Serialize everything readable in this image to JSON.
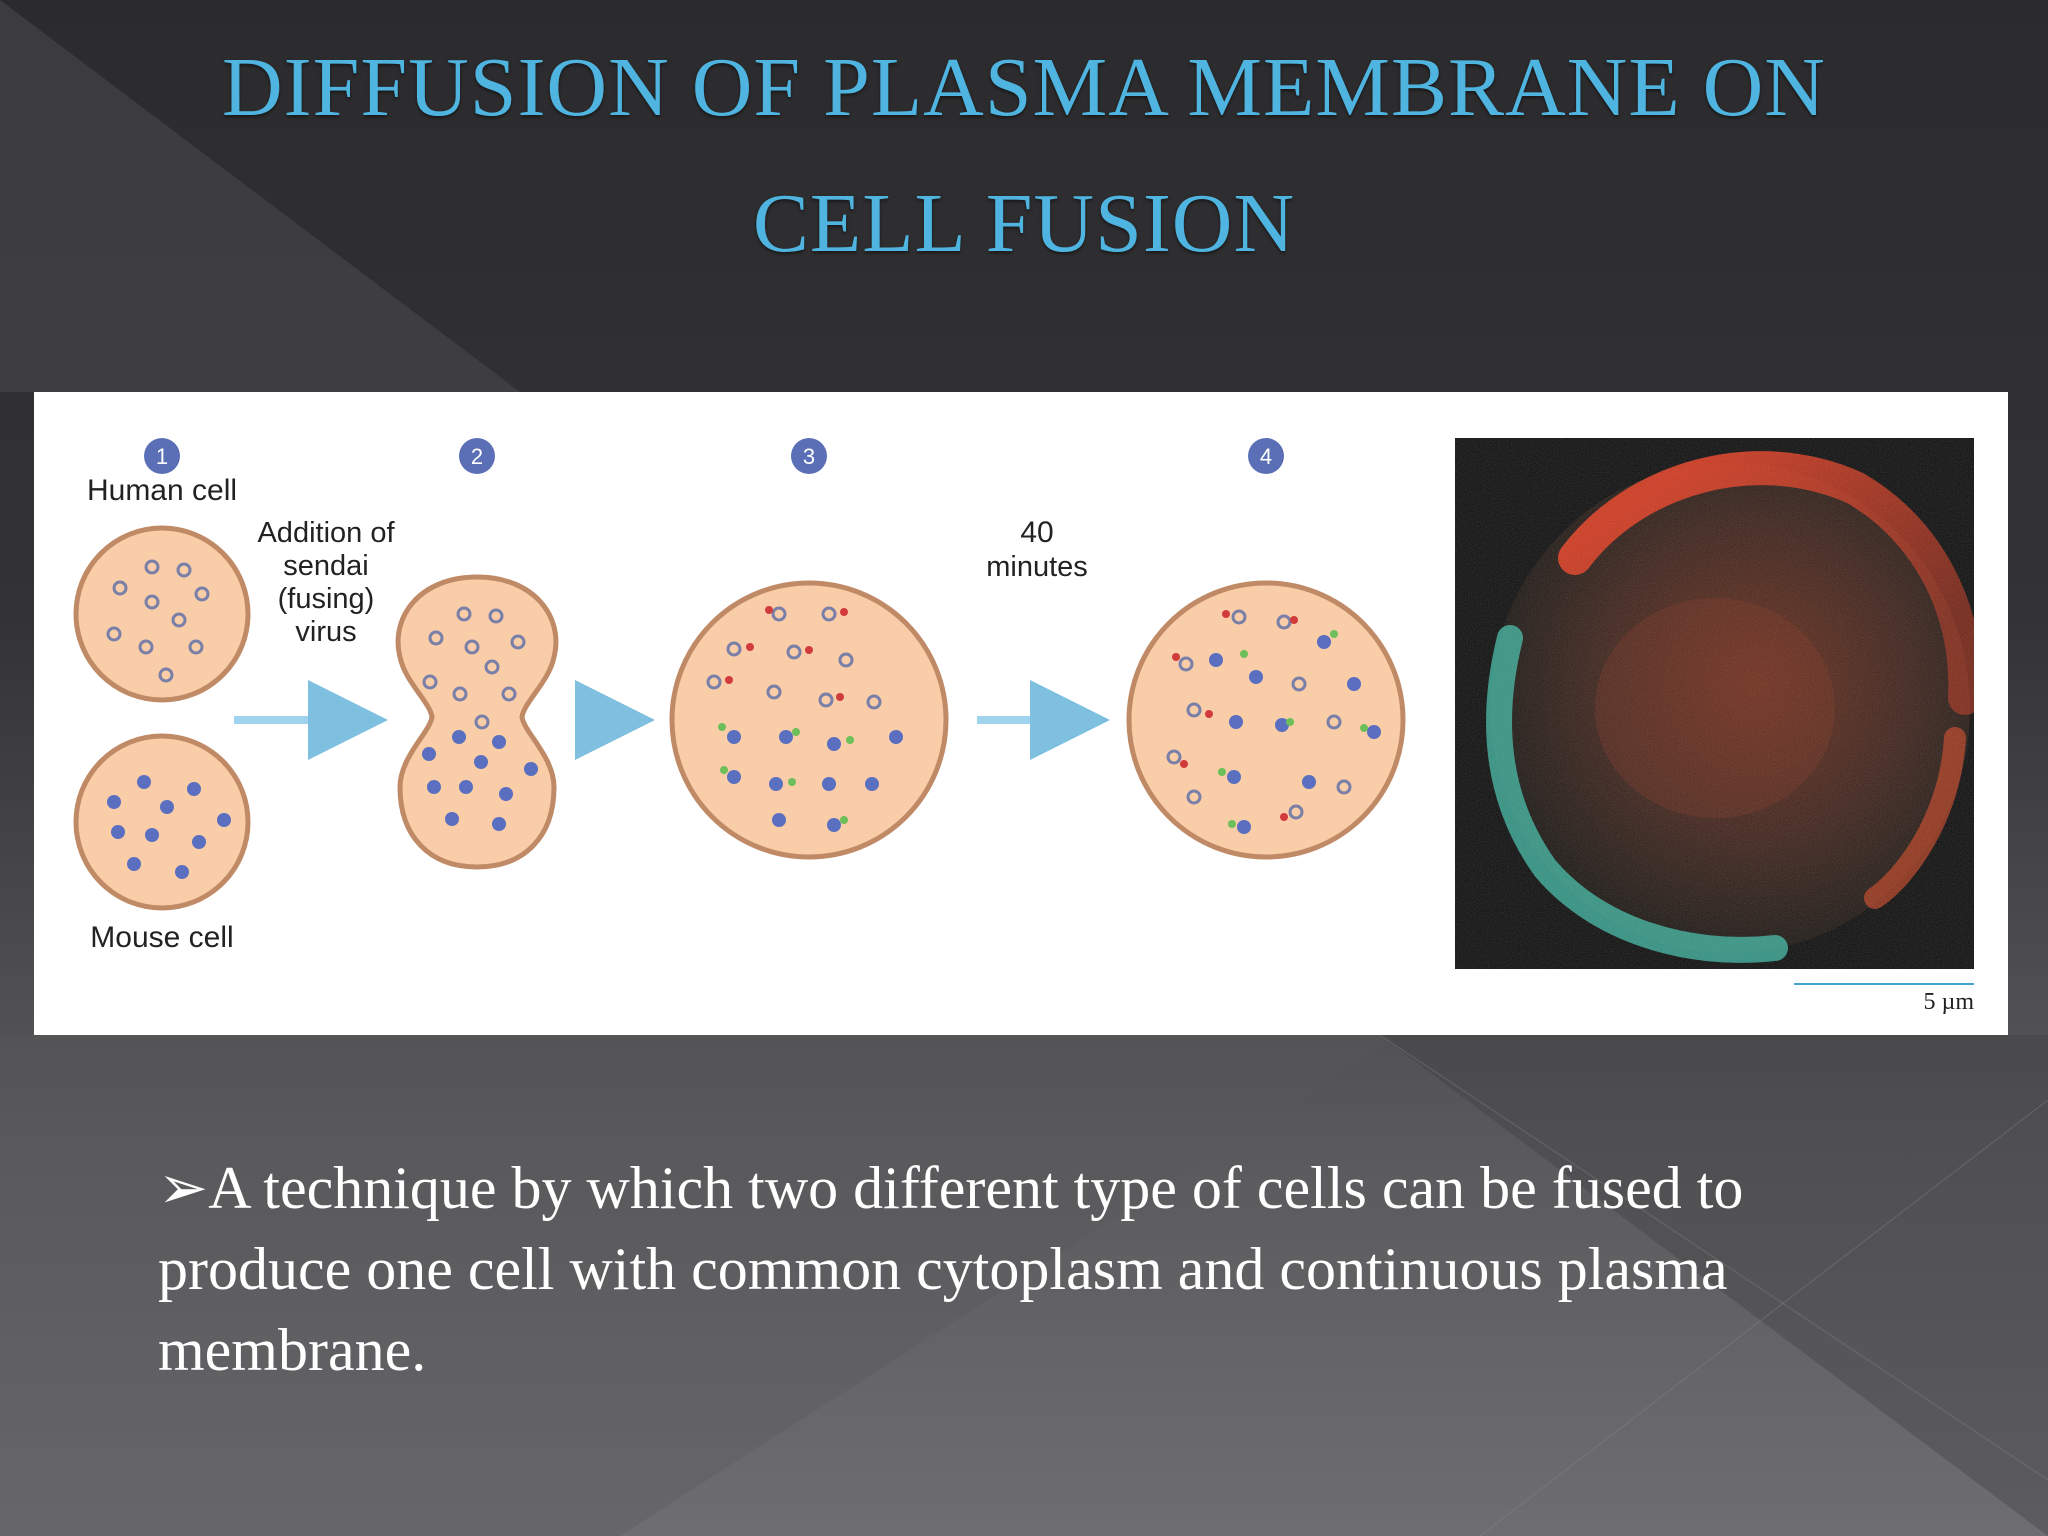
{
  "slide": {
    "title_line1": "DIFFUSION OF  PLASMA MEMBRANE ON",
    "title_line2": "CELL FUSION",
    "bullet_marker": "➢",
    "bullet_text": "A technique by which two different type of cells can be fused to produce one cell with common cytoplasm and continuous plasma membrane."
  },
  "figure": {
    "step_numbers": [
      "1",
      "2",
      "3",
      "4"
    ],
    "human_cell_label": "Human cell",
    "mouse_cell_label": "Mouse cell",
    "fusion_label_lines": [
      "Addition of",
      "sendai",
      "(fusing)",
      "virus"
    ],
    "time_label_lines": [
      "40",
      "minutes"
    ],
    "scale_label": "5 µm"
  },
  "colors": {
    "title": "#4fb5e0",
    "cell_fill": "#f9cda7",
    "cell_stroke": "#c08a66",
    "step_circle": "#5a6fb5",
    "arrow": "#9fd3ee"
  }
}
